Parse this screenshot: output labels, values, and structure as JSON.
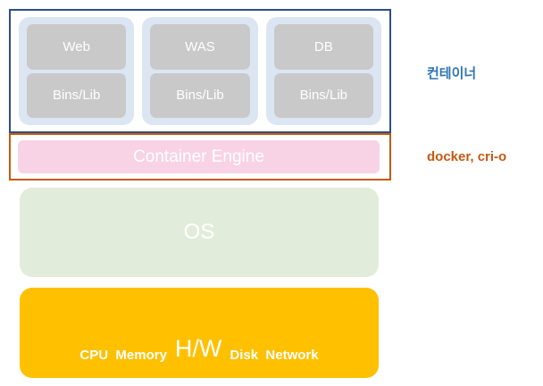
{
  "diagram": {
    "container_layer": {
      "border_color": "#2e4f85",
      "cards": [
        {
          "app_label": "Web",
          "lib_label": "Bins/Lib"
        },
        {
          "app_label": "WAS",
          "lib_label": "Bins/Lib"
        },
        {
          "app_label": "DB",
          "lib_label": "Bins/Lib"
        }
      ]
    },
    "engine_layer": {
      "border_color": "#c55a11",
      "label": "Container Engine",
      "box_color": "#f8d3e5"
    },
    "os_layer": {
      "label": "OS",
      "box_color": "#e2ecda"
    },
    "hardware_layer": {
      "box_color": "#ffc000",
      "left_label": "CPU  Memory",
      "main_label": "H/W",
      "right_label": "Disk  Network"
    },
    "annotations": {
      "container": {
        "text": "컨테이너",
        "color": "#2e74b5"
      },
      "engine": {
        "text": "docker, cri-o",
        "color": "#c55a11"
      }
    }
  }
}
